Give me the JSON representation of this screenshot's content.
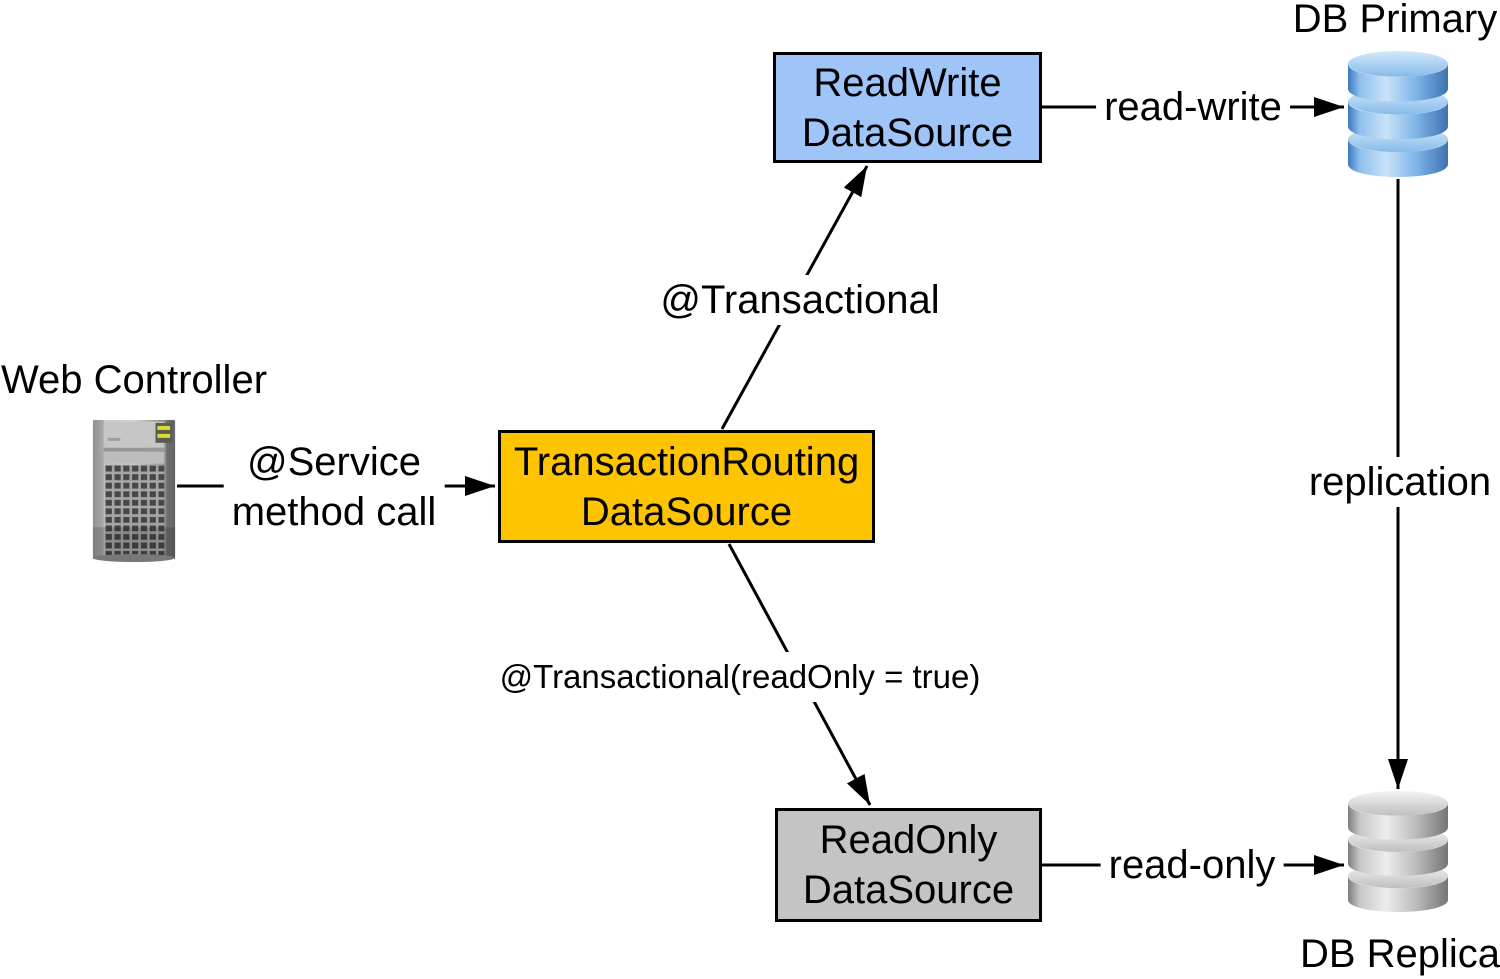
{
  "diagram": {
    "nodes": {
      "web_controller": {
        "label": "Web Controller"
      },
      "transaction_routing_datasource": {
        "line1": "TransactionRouting",
        "line2": "DataSource",
        "fill": "#FFC400"
      },
      "read_write_datasource": {
        "line1": "ReadWrite",
        "line2": "DataSource",
        "fill": "#9FC5F8"
      },
      "read_only_datasource": {
        "line1": "ReadOnly",
        "line2": "DataSource",
        "fill": "#C4C4C4"
      },
      "db_primary": {
        "label": "DB Primary",
        "color": "#5B9BD5"
      },
      "db_replica": {
        "label": "DB Replica",
        "color": "#ACACAC"
      }
    },
    "edges": {
      "service_call": {
        "line1": "@Service",
        "line2": "method call"
      },
      "transactional": {
        "label": "@Transactional"
      },
      "transactional_read_only": {
        "label": "@Transactional(readOnly = true)"
      },
      "read_write": {
        "label": "read-write"
      },
      "read_only": {
        "label": "read-only"
      },
      "replication": {
        "label": "replication"
      }
    },
    "colors": {
      "line": "#000000",
      "text": "#000000",
      "background": "#FFFFFF"
    }
  }
}
